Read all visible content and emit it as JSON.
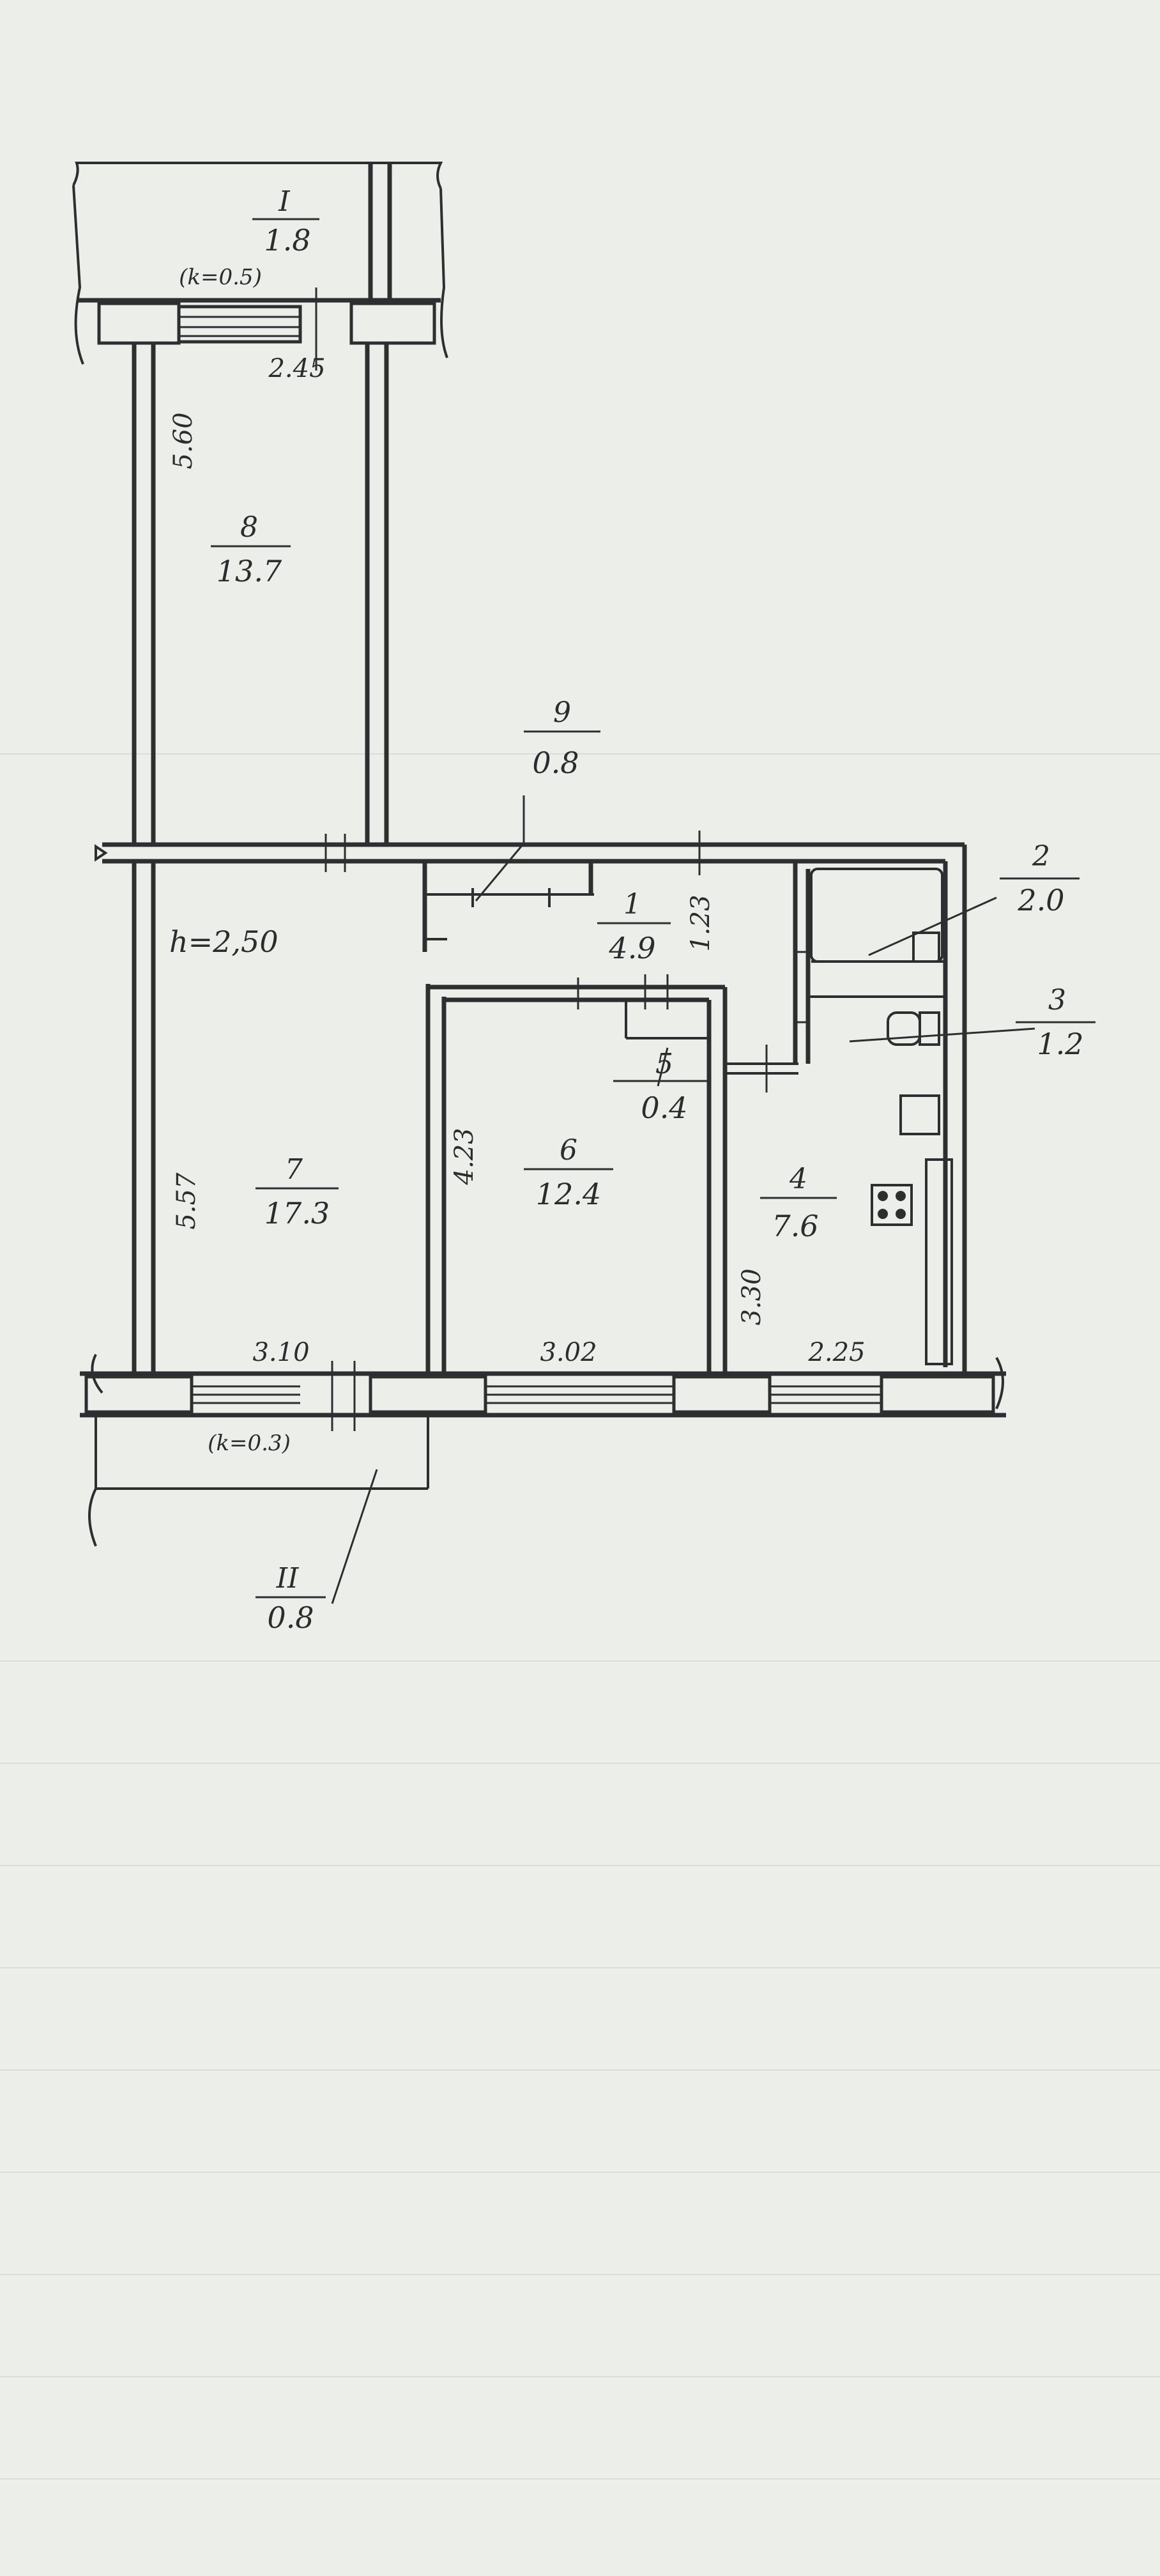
{
  "plan": {
    "ceiling_height": "h=2,50",
    "balcony_k1": "(k=0.5)",
    "balcony_k2": "(k=0.3)"
  },
  "rooms": [
    {
      "id": "I",
      "area": "1.8"
    },
    {
      "id": "II",
      "area": "0.8"
    },
    {
      "id": "1",
      "area": "4.9"
    },
    {
      "id": "2",
      "area": "2.0"
    },
    {
      "id": "3",
      "area": "1.2"
    },
    {
      "id": "4",
      "area": "7.6"
    },
    {
      "id": "5",
      "area": "0.4"
    },
    {
      "id": "6",
      "area": "12.4"
    },
    {
      "id": "7",
      "area": "17.3"
    },
    {
      "id": "8",
      "area": "13.7"
    },
    {
      "id": "9",
      "area": "0.8"
    }
  ],
  "dimensions": {
    "balcony_width": "2.45",
    "room8_length": "5.60",
    "room7_length": "5.57",
    "room6_length": "4.23",
    "hall_depth": "1.23",
    "kitchen_length": "3.30",
    "room7_width": "3.10",
    "room6_width": "3.02",
    "kitchen_width": "2.25"
  },
  "colors": {
    "ink": "#2c2e30",
    "paper": "#eceeea"
  }
}
